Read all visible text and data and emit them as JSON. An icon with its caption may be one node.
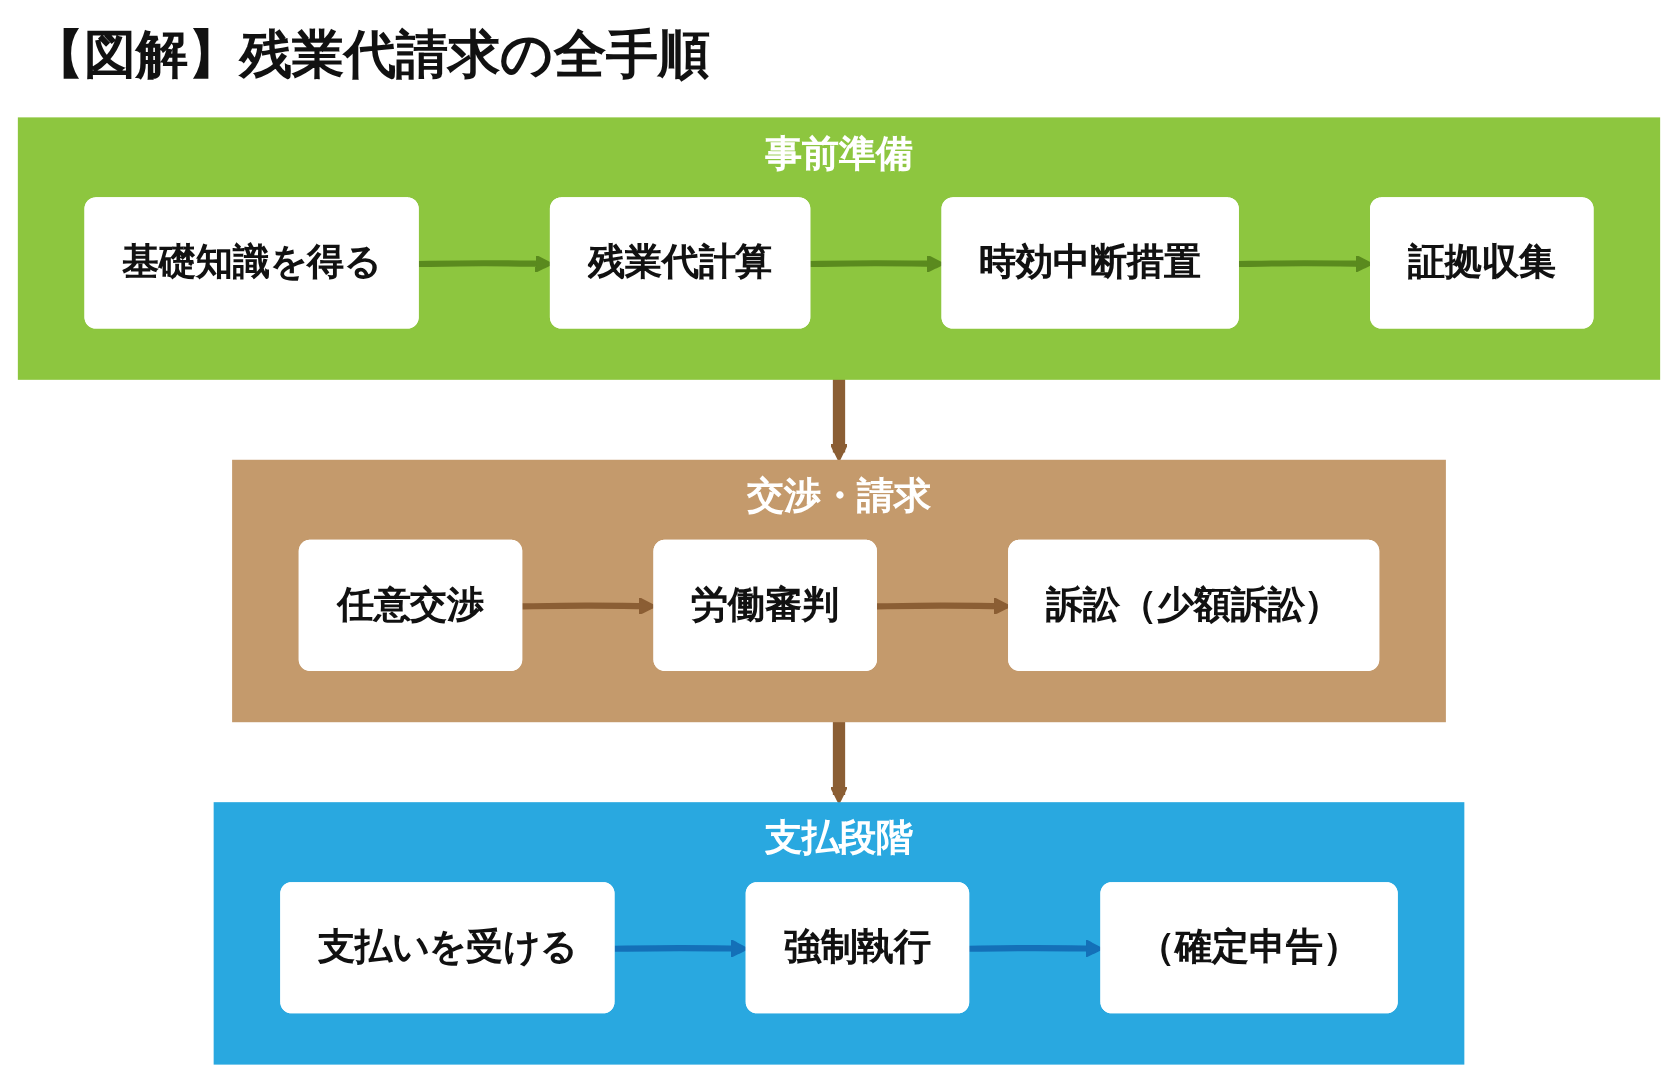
{
  "diagram": {
    "title": "【図解】残業代請求の全手順",
    "nodes": [
      {
        "text": [
          "事前準備"
        ]
      },
      {
        "text": [
          "基礎知識を得る"
        ],
        "in": 0
      },
      {
        "text": [
          "残業代計算"
        ],
        "in": 0
      },
      {
        "text": [
          "時効中断措置"
        ],
        "in": 0
      },
      {
        "text": [
          "証拠収集"
        ],
        "in": 0
      },
      {
        "text": [
          "交渉・請求"
        ]
      },
      {
        "text": [
          "任意交渉"
        ],
        "in": 5
      },
      {
        "text": [
          "労働審判"
        ],
        "in": 5
      },
      {
        "text": [
          "訴訟（少額訴訟）"
        ],
        "in": 5
      },
      {
        "text": [
          "支払段階"
        ]
      },
      {
        "text": [
          "支払いを受ける"
        ],
        "in": 9
      },
      {
        "text": [
          "強制執行"
        ],
        "in": 9
      },
      {
        "text": [
          "（確定申告）"
        ],
        "in": 9
      }
    ],
    "edges": [
      {
        "from": 1,
        "to": 2,
        "arrow": "to",
        "color": "#5a8a1e"
      },
      {
        "from": 2,
        "to": 3,
        "arrow": "to",
        "color": "#5a8a1e"
      },
      {
        "from": 3,
        "to": 4,
        "arrow": "to",
        "color": "#5a8a1e"
      },
      {
        "from": 0,
        "to": 5,
        "arrow": "to",
        "style": "thick"
      },
      {
        "from": 6,
        "to": 7,
        "arrow": "to"
      },
      {
        "from": 7,
        "to": 8,
        "arrow": "to"
      },
      {
        "from": 5,
        "to": 9,
        "arrow": "to",
        "style": "thick"
      },
      {
        "from": 10,
        "to": 11,
        "arrow": "to",
        "color": "#1470b8"
      },
      {
        "from": 11,
        "to": 12,
        "arrow": "to",
        "color": "#1470b8"
      }
    ]
  }
}
